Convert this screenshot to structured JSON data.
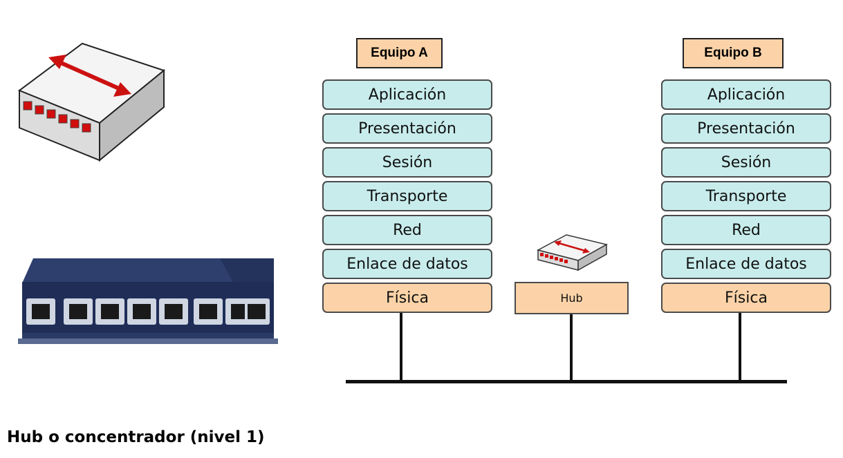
{
  "caption": "Hub o concentrador (nivel 1)",
  "equipo_a": {
    "title": "Equipo A",
    "layers": [
      "Aplicación",
      "Presentación",
      "Sesión",
      "Transporte",
      "Red",
      "Enlace de datos",
      "Física"
    ]
  },
  "equipo_b": {
    "title": "Equipo B",
    "layers": [
      "Aplicación",
      "Presentación",
      "Sesión",
      "Transporte",
      "Red",
      "Enlace de datos",
      "Física"
    ]
  },
  "hub": {
    "label": "Hub"
  },
  "icons": {
    "hub_symbol": "hub-icon",
    "hub_photo": "network-hub-device"
  },
  "colors": {
    "layer": "#c8ecec",
    "physical": "#fcd3a8",
    "arrow": "#cc1111"
  }
}
